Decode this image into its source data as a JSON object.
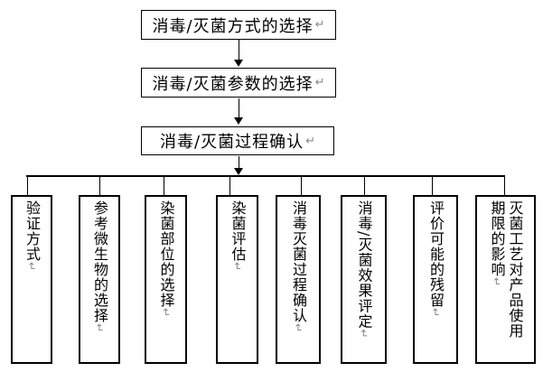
{
  "diagram": {
    "background": "#ffffff",
    "line_color": "#000000",
    "return_mark": "↵",
    "return_mark_color": "#8a8a8a",
    "top_flow": [
      {
        "label": "消毒/灭菌方式的选择"
      },
      {
        "label": "消毒/灭菌参数的选择"
      },
      {
        "label": "消毒/灭菌过程确认"
      }
    ],
    "branches": [
      {
        "label": "验证方式"
      },
      {
        "label": "参考微生物的选择"
      },
      {
        "label": "染菌部位的选择"
      },
      {
        "label": "染菌评估"
      },
      {
        "label": "消毒灭菌过程确认"
      },
      {
        "label": "消毒/灭菌效果评定"
      },
      {
        "label": "评价可能的残留"
      },
      {
        "label": "灭菌工艺对产品使用\n期限的影响"
      }
    ]
  }
}
